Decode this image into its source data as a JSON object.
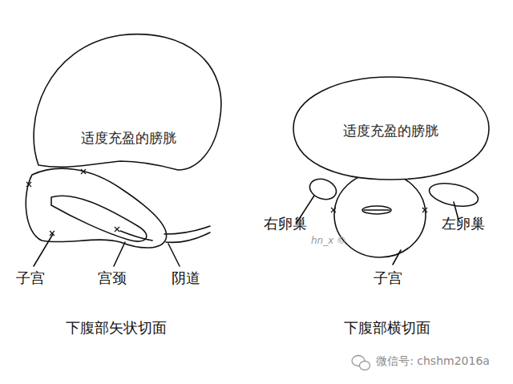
{
  "diagram": {
    "nodes": [
      {
        "text": [
          "适度充盈的膀胱"
        ]
      },
      {
        "text": [
          "适度充盈的膀胱"
        ]
      }
    ],
    "labels": [
      "子宫",
      "宫颈",
      "阴道",
      "下腹部矢状切面",
      "右卵巢",
      "左卵巢",
      "子宫",
      "下腹部横切面",
      "hn_x ©",
      "微信号: chshm2016a"
    ]
  }
}
